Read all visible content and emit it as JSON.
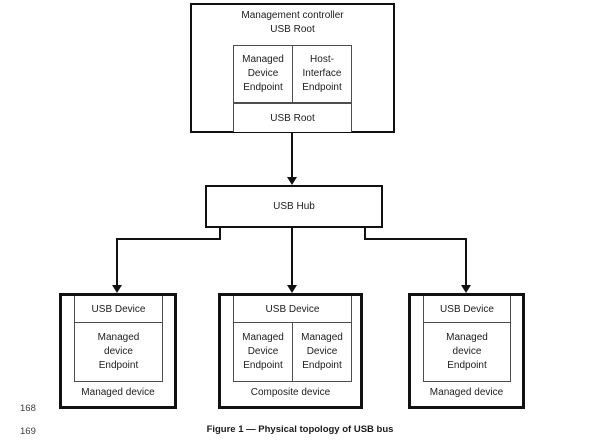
{
  "figure": {
    "caption": "Figure 1 — Physical topology of USB bus",
    "line_numbers": [
      "168",
      "169"
    ]
  },
  "nodes": {
    "root": {
      "title": "Management controller\nUSB Root",
      "endpoint_left": "Managed\nDevice\nEndpoint",
      "endpoint_right": "Host-\nInterface\nEndpoint",
      "bus_label": "USB Root"
    },
    "hub": {
      "label": "USB Hub"
    },
    "device_left": {
      "header": "USB Device",
      "endpoint": "Managed\ndevice\nEndpoint",
      "label": "Managed device"
    },
    "device_middle": {
      "header": "USB Device",
      "endpoint_left": "Managed\nDevice\nEndpoint",
      "endpoint_right": "Managed\nDevice\nEndpoint",
      "label": "Composite device"
    },
    "device_right": {
      "header": "USB Device",
      "endpoint": "Managed\ndevice\nEndpoint",
      "label": "Managed device"
    }
  },
  "colors": {
    "background": "#ffffff",
    "outer_line": "#111111",
    "inner_line": "#4d4d4d",
    "text": "#1c1c1c"
  }
}
